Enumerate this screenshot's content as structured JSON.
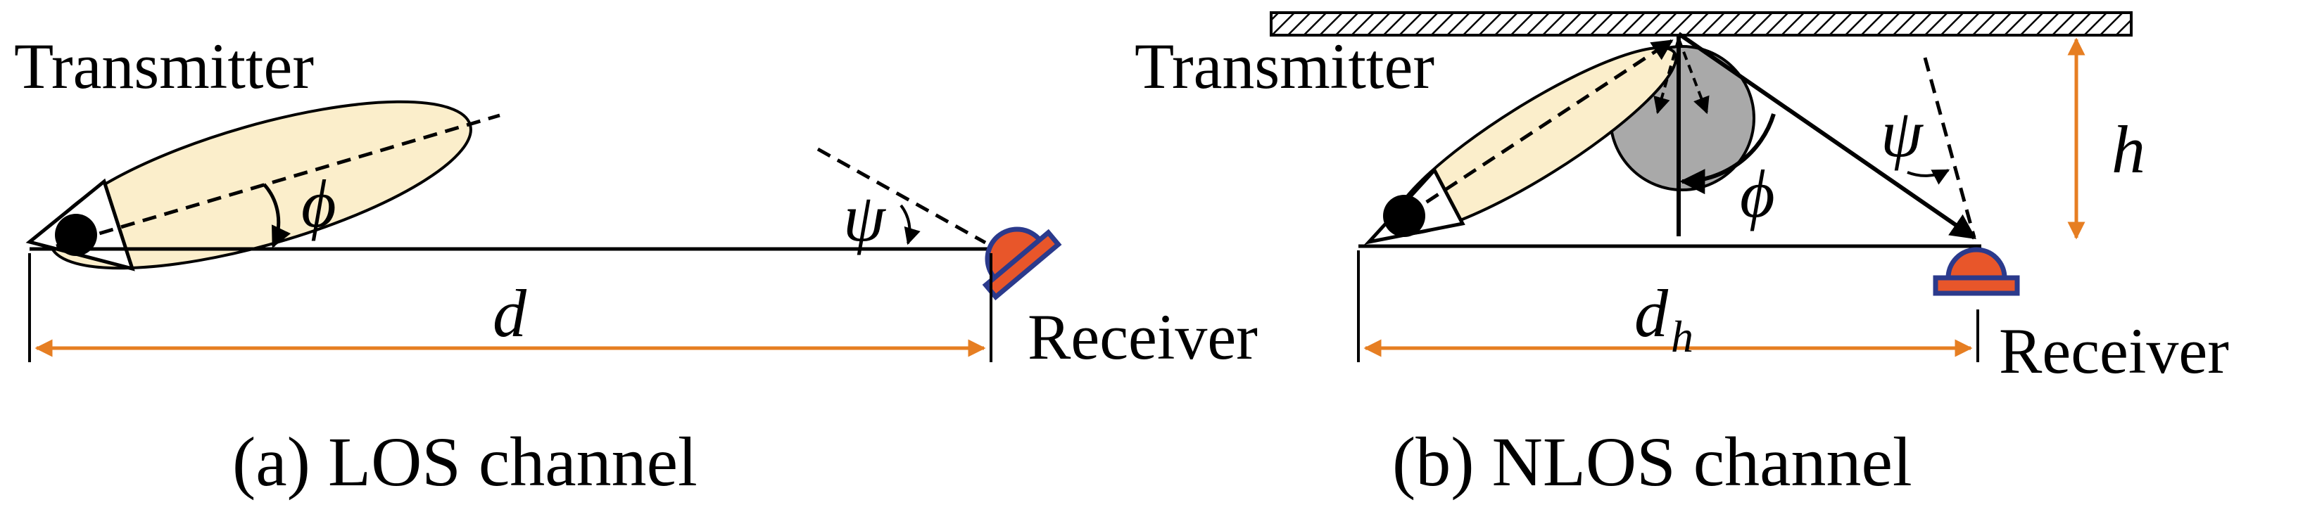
{
  "panel_a": {
    "transmitter": "Transmitter",
    "receiver": "Receiver",
    "angle_tx": "ϕ",
    "angle_rx": "ψ",
    "distance": "d",
    "caption": "(a) LOS channel"
  },
  "panel_b": {
    "transmitter": "Transmitter",
    "receiver": "Receiver",
    "angle_tx": "ϕ",
    "angle_rx": "ψ",
    "distance_main": "d",
    "distance_sub": "h",
    "height": "h",
    "caption": "(b) NLOS channel"
  },
  "colors": {
    "beam_fill": "#fbeecb",
    "dimension_arrow": "#e67e22",
    "receiver_fill": "#e8562a",
    "receiver_outline": "#2b3a8c",
    "reflector_disc": "#a9a9a9"
  }
}
